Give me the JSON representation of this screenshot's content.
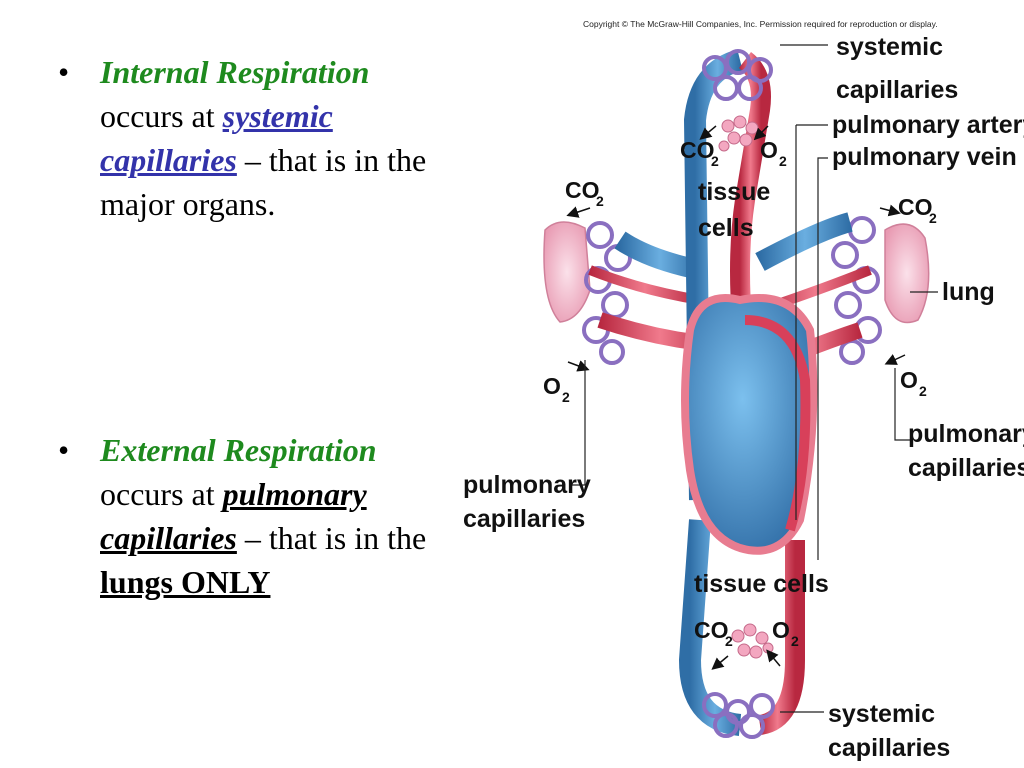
{
  "bullet1": {
    "term": "Internal Respiration",
    "text_a": "occurs at",
    "link": "systemic capillaries",
    "text_b": "– that is in the major organs."
  },
  "bullet2": {
    "term": "External Respiration",
    "text_a": "occurs at",
    "link": "pulmonary capillaries",
    "text_b": "– that is in the",
    "emphasis": "lungs ONLY"
  },
  "diagram": {
    "copyright": "Copyright © The McGraw-Hill Companies, Inc. Permission required for reproduction or display.",
    "labels": {
      "systemic_capillaries_top_1": "systemic",
      "systemic_capillaries_top_2": "capillaries",
      "pulmonary_artery": "pulmonary artery",
      "pulmonary_vein": "pulmonary vein",
      "lung": "lung",
      "pulmonary_capillaries_right_1": "pulmonary",
      "pulmonary_capillaries_right_2": "capillaries",
      "pulmonary_capillaries_left_1": "pulmonary",
      "pulmonary_capillaries_left_2": "capillaries",
      "tissue_cells_top_1": "tissue",
      "tissue_cells_top_2": "cells",
      "tissue_cells_bottom": "tissue cells",
      "systemic_capillaries_bottom_1": "systemic",
      "systemic_capillaries_bottom_2": "capillaries"
    },
    "gases": {
      "co2": "CO",
      "o2": "O",
      "sub": "2"
    }
  },
  "colors": {
    "term_green": "#1e8a1e",
    "link_blue": "#3333aa",
    "deoxygenated_blue": "#3d86c4",
    "oxygenated_red": "#d8405a",
    "lung_pink": "#f2b8c9",
    "capillary_purple": "#8a6fc0"
  }
}
